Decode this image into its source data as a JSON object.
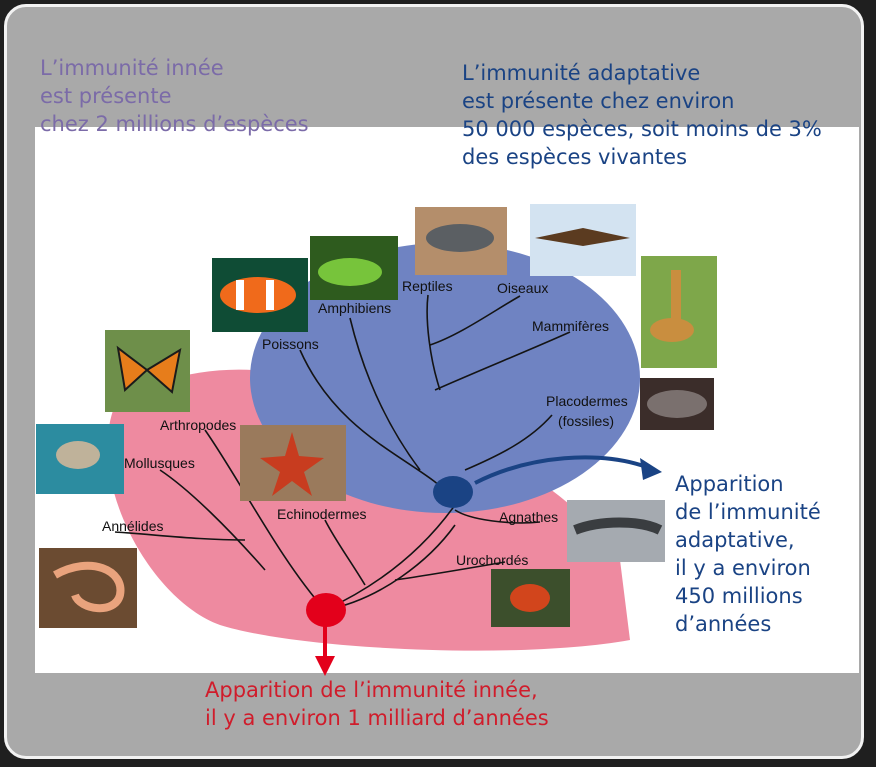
{
  "innate_text": "L’immunité innée\nest présente\nchez 2 millions d’espèces",
  "adaptive_text": "L’immunité adaptative\nest présente chez environ\n50 000 espèces, soit moins de 3%\ndes espèces vivantes",
  "adaptive_emergence": "Apparition\nde l’immunité\nadaptative,\nil y a environ\n450 millions\nd’années",
  "innate_emergence": "Apparition de l’immunité innée,\nil y a environ 1 milliard d’années",
  "labels": {
    "poissons": "Poissons",
    "amphibiens": "Amphibiens",
    "reptiles": "Reptiles",
    "oiseaux": "Oiseaux",
    "mammiferes": "Mammifères",
    "placodermes": "Placodermes",
    "fossiles": "(fossiles)",
    "arthropodes": "Arthropodes",
    "mollusques": "Mollusques",
    "annelides": "Annélides",
    "echinodermes": "Echinodermes",
    "agnathes": "Agnathes",
    "urochordes": "Urochordés"
  },
  "colors": {
    "innate": "#7b6ba8",
    "adaptive": "#1a4384",
    "innate_origin": "#e3001b",
    "pink_region": "#ee8aa0",
    "blue_region": "#6f83c2"
  }
}
